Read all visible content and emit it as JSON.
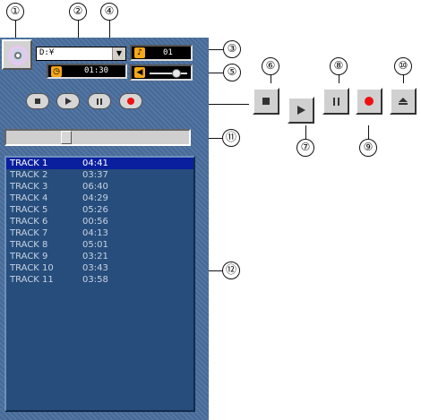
{
  "drive": {
    "label": "D:¥"
  },
  "track_display": {
    "value": "01"
  },
  "time_display": {
    "value": "01:30"
  },
  "callouts": [
    "①",
    "②",
    "③",
    "④",
    "⑤",
    "⑥",
    "⑦",
    "⑧",
    "⑨",
    "⑩",
    "⑪",
    "⑫"
  ],
  "seek": {
    "progress": 0.32
  },
  "volume": {
    "level": 0.7
  },
  "tracks": [
    {
      "name": "TRACK 1",
      "time": "04:41",
      "selected": true
    },
    {
      "name": "TRACK 2",
      "time": "03:37"
    },
    {
      "name": "TRACK 3",
      "time": "06:40"
    },
    {
      "name": "TRACK 4",
      "time": "04:29"
    },
    {
      "name": "TRACK 5",
      "time": "05:26"
    },
    {
      "name": "TRACK 6",
      "time": "00:56"
    },
    {
      "name": "TRACK 7",
      "time": "04:13"
    },
    {
      "name": "TRACK 8",
      "time": "05:01"
    },
    {
      "name": "TRACK 9",
      "time": "03:21"
    },
    {
      "name": "TRACK 10",
      "time": "03:43"
    },
    {
      "name": "TRACK 11",
      "time": "03:58"
    }
  ],
  "colors": {
    "panel": "#4a6f9e",
    "list": "#264d7b",
    "selected": "#0a1f9e",
    "record": "#ee1111",
    "indicator": "#f7a81b"
  }
}
